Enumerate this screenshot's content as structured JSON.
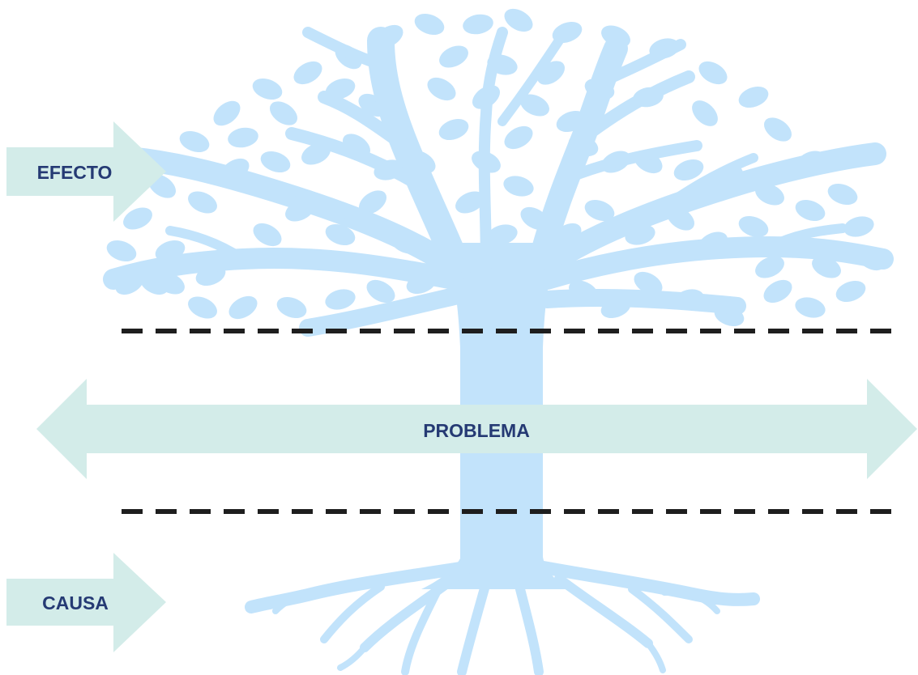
{
  "labels": {
    "effect": "EFECTO",
    "problem": "PROBLEMA",
    "cause": "CAUSA"
  },
  "colors": {
    "tree": "#c2e3fb",
    "arrow": "#d3ece9",
    "text": "#253a74",
    "dash": "#1e1e1e"
  },
  "icons": {
    "tree": "tree-illustration",
    "effect_arrow": "right-arrow-icon",
    "cause_arrow": "right-arrow-icon",
    "problem_arrow": "double-headed-arrow-icon"
  }
}
